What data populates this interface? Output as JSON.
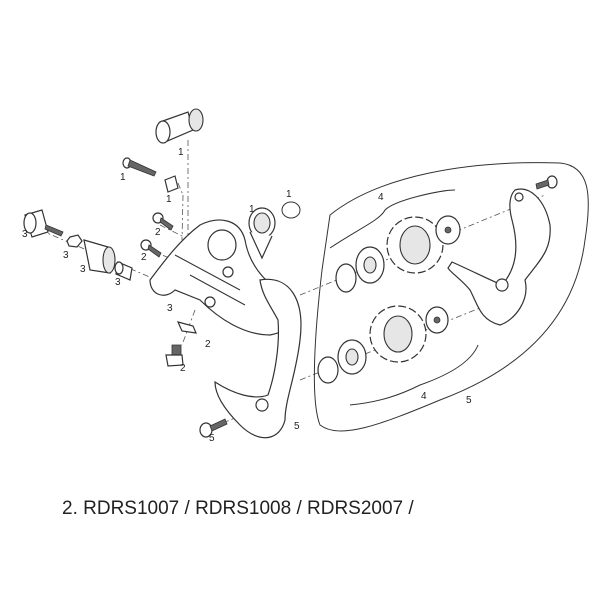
{
  "caption": "2. RDRS1007 / RDRS1008 / RDRS2007 /",
  "callouts": {
    "a": "1",
    "b": "1",
    "c": "1",
    "d": "1",
    "e": "1",
    "f": "3",
    "g": "3",
    "h": "3",
    "i": "3",
    "j": "3",
    "k": "2",
    "l": "2",
    "m": "2",
    "n": "2",
    "o": "5",
    "p": "5",
    "q": "4",
    "r": "4",
    "s": "5"
  }
}
